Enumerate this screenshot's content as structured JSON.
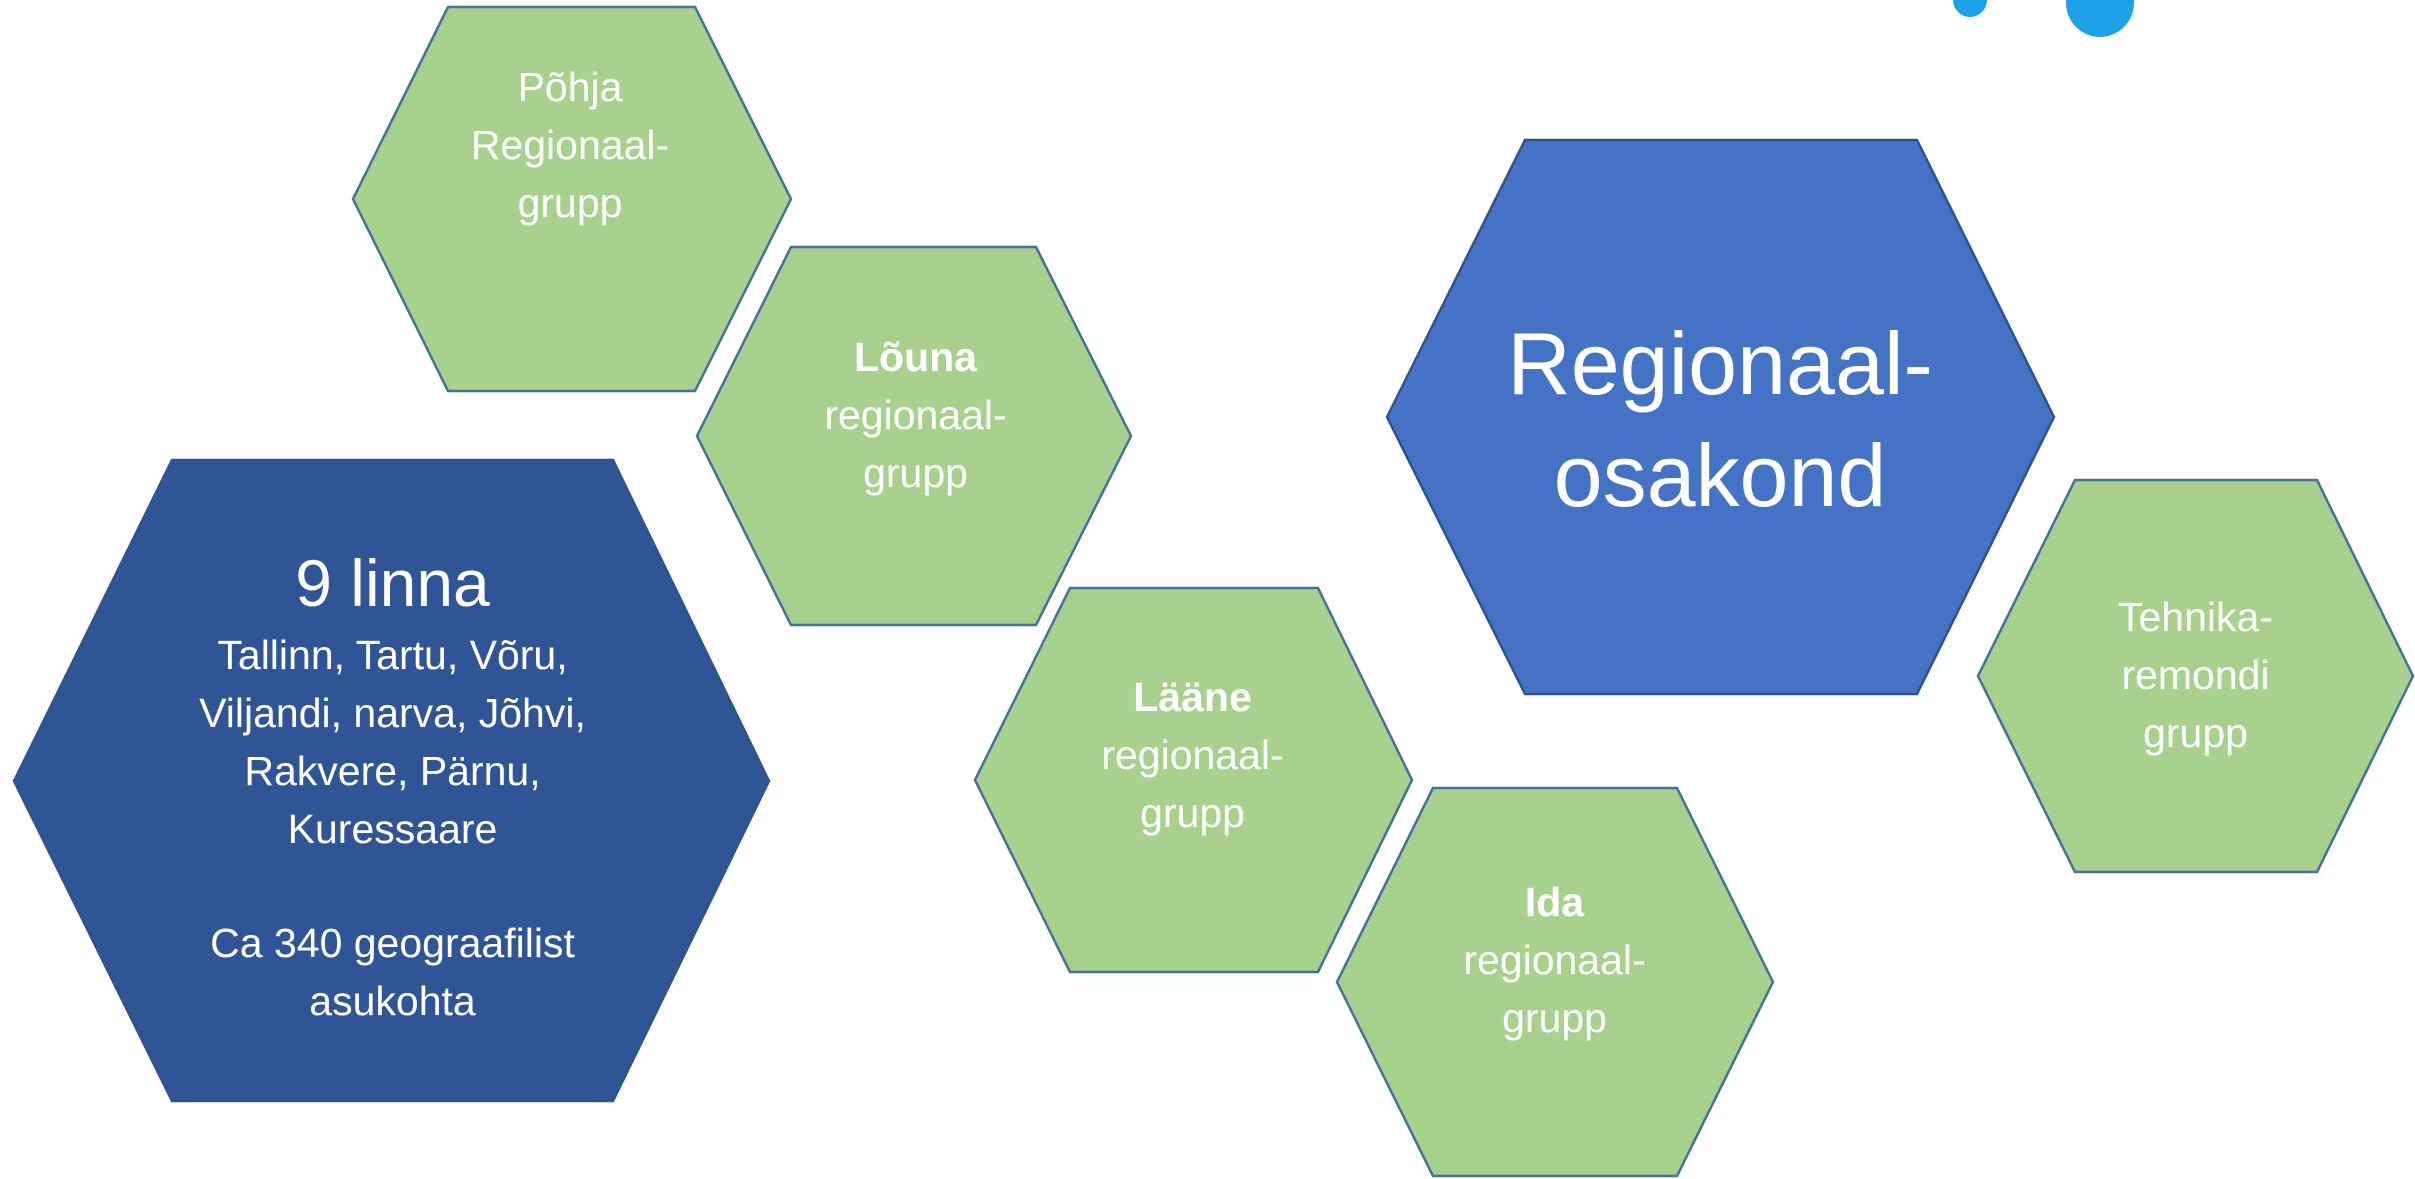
{
  "colors": {
    "green_fill": "#a9d18e",
    "green_stroke": "#41719c",
    "blue_fill": "#4472c4",
    "navy_fill": "#2f5597",
    "accent_blue": "#1ea1e6",
    "text": "#ffffff"
  },
  "hexagons": {
    "pohja": {
      "lines": [
        "Põhja",
        "Regionaal-",
        "grupp"
      ]
    },
    "louna": {
      "title": "Lõuna",
      "lines": [
        "regionaal-",
        "grupp"
      ]
    },
    "laane": {
      "title": "Lääne",
      "lines": [
        "regionaal-",
        "grupp"
      ]
    },
    "ida": {
      "title": "Ida",
      "lines": [
        "regionaal-",
        "grupp"
      ]
    },
    "tehnika": {
      "lines": [
        "Tehnika-",
        "remondi",
        "grupp"
      ]
    },
    "regional": {
      "lines": [
        "Regionaal-",
        "osakond"
      ]
    },
    "linnad": {
      "title": "9 linna",
      "cities": [
        "Tallinn, Tartu, Võru,",
        "Viljandi, narva, Jõhvi,",
        "Rakvere, Pärnu,",
        "Kuressaare"
      ],
      "locations": [
        "Ca 340 geograafilist",
        "asukohta"
      ]
    }
  }
}
